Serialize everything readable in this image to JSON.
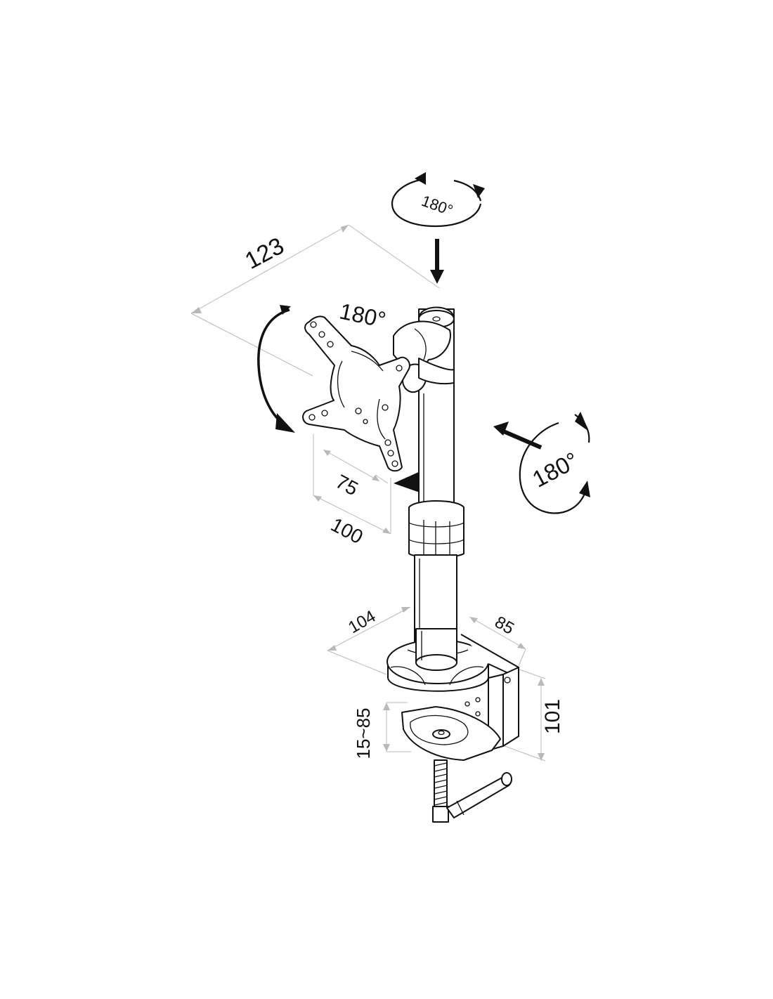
{
  "rotations": {
    "top": "180°",
    "tilt": "180°",
    "right": "180°"
  },
  "dimensions": {
    "depth": "123",
    "vesa_small": "75",
    "vesa_large": "100",
    "base_width": "104",
    "base_depth": "85",
    "clamp_height": "101",
    "desk_thickness": "15~85"
  }
}
